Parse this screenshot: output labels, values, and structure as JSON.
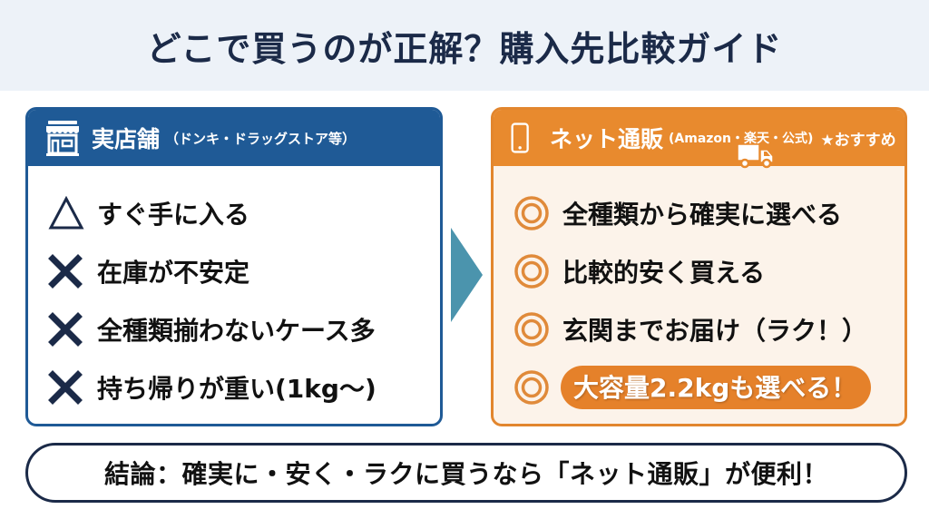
{
  "header": {
    "title": "どこで買うのが正解？購入先比較ガイド"
  },
  "colors": {
    "header_bg": "#edf2f8",
    "title_text": "#1b2a48",
    "store_blue": "#1f5a96",
    "online_orange": "#e88a2e",
    "online_panel_bg": "#fcf3ea",
    "arrow_teal": "#4b94ad"
  },
  "store_panel": {
    "icon": "store-icon",
    "title": "実店舗",
    "subtitle": "（ドンキ・ドラッグストア等）",
    "items": [
      {
        "mark": "triangle",
        "mark_symbol": "△",
        "text": "すぐ手に入る"
      },
      {
        "mark": "cross",
        "mark_symbol": "✕",
        "text": "在庫が不安定"
      },
      {
        "mark": "cross",
        "mark_symbol": "✕",
        "text": "全種類揃わないケース多"
      },
      {
        "mark": "cross",
        "mark_symbol": "✕",
        "text": "持ち帰りが重い(1kg〜)"
      }
    ]
  },
  "online_panel": {
    "icon": "smartphone-icon",
    "badge_icon": "truck-icon",
    "title": "ネット通販",
    "subtitle": "(Amazon・楽天・公式)",
    "recommend": "★おすすめ",
    "items": [
      {
        "mark": "double-circle",
        "mark_symbol": "◎",
        "text": "全種類から確実に選べる"
      },
      {
        "mark": "double-circle",
        "mark_symbol": "◎",
        "text": "比較的安く買える"
      },
      {
        "mark": "double-circle",
        "mark_symbol": "◎",
        "text": "玄関までお届け（ラク！）"
      },
      {
        "mark": "double-circle",
        "mark_symbol": "◎",
        "text": "大容量2.2kgも選べる！",
        "highlighted": true
      }
    ]
  },
  "conclusion": {
    "text": "結論：確実に・安く・ラクに買うなら「ネット通販」が便利！"
  }
}
